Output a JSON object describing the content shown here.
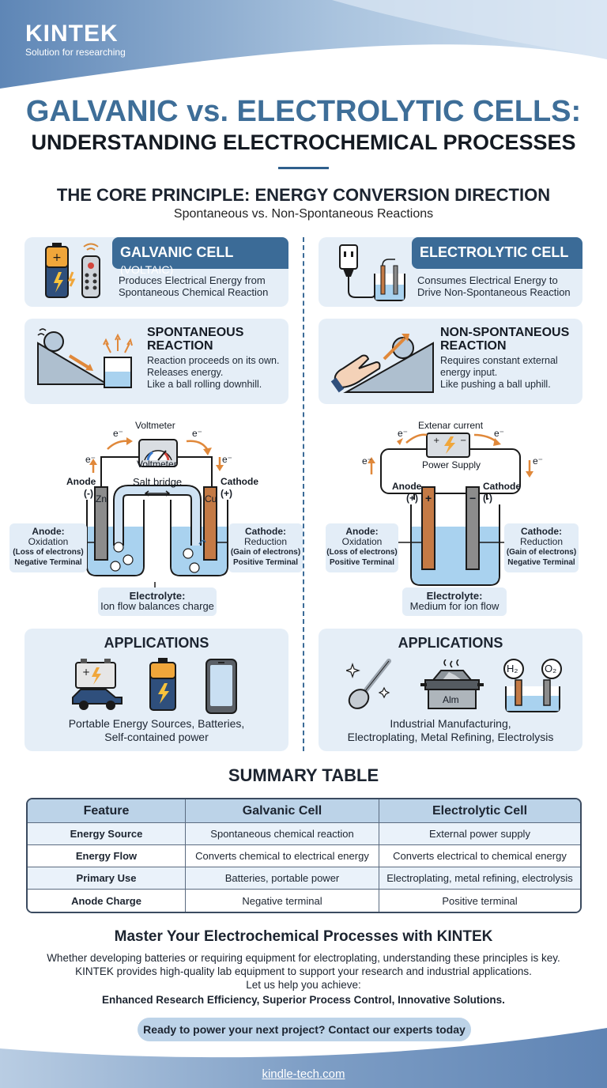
{
  "brand": {
    "name": "KINTEK",
    "tagline": "Solution for researching"
  },
  "title": {
    "line1": "GALVANIC vs. ELECTROLYTIC CELLS:",
    "line2": "UNDERSTANDING ELECTROCHEMICAL PROCESSES"
  },
  "core": {
    "heading": "THE CORE PRINCIPLE: ENERGY CONVERSION DIRECTION",
    "subheading": "Spontaneous vs. Non-Spontaneous Reactions"
  },
  "galvanic": {
    "tab_title": "GALVANIC CELL",
    "tab_sub": "(VOLTAIC)",
    "desc1": "Produces Electrical Energy from",
    "desc2": "Spontaneous Chemical Reaction",
    "reaction_title1": "SPONTANEOUS",
    "reaction_title2": "REACTION",
    "reaction_l1": "Reaction proceeds on its own.",
    "reaction_l2": "Releases energy.",
    "reaction_l3": "Like a ball rolling downhill.",
    "diagram": {
      "meter_top": "Voltmeter",
      "meter_bottom": "Voltmeter",
      "electron": "e⁻",
      "anode": "Anode",
      "anode_sign": "(-)",
      "cathode": "Cathode",
      "cathode_sign": "(+)",
      "salt_bridge": "Salt bridge",
      "zn": "Zn",
      "cu": "Cu",
      "anode_callout": {
        "title": "Anode:",
        "l1": "Oxidation",
        "l2": "(Loss of electrons)",
        "l3": "Negative Terminal"
      },
      "cathode_callout": {
        "title": "Cathode:",
        "l1": "Reduction",
        "l2": "(Gain of electrons)",
        "l3": "Positive Terminal"
      },
      "electrolyte": {
        "title": "Electrolyte:",
        "l1": "Ion flow balances charge"
      }
    },
    "applications": {
      "title": "APPLICATIONS",
      "l1": "Portable Energy Sources, Batteries,",
      "l2": "Self-contained power"
    }
  },
  "electrolytic": {
    "tab_title": "ELECTROLYTIC CELL",
    "desc1": "Consumes Electrical Energy to",
    "desc2": "Drive Non-Spontaneous Reaction",
    "reaction_title1": "NON-SPONTANEOUS",
    "reaction_title2": "REACTION",
    "reaction_l1": "Requires constant external",
    "reaction_l2": "energy input.",
    "reaction_l3": "Like pushing a ball uphill.",
    "diagram": {
      "current_label": "Extenar current",
      "supply_label": "Power Supply",
      "electron": "e⁻",
      "anode": "Anode",
      "anode_sign": "(+)",
      "cathode": "Cathode",
      "cathode_sign": "(-)",
      "plus": "+",
      "minus": "−",
      "anode_callout": {
        "title": "Anode:",
        "l1": "Oxidation",
        "l2": "(Loss of electrons)",
        "l3": "Positive Terminal"
      },
      "cathode_callout": {
        "title": "Cathode:",
        "l1": "Reduction",
        "l2": "(Gain of electrons)",
        "l3": "Negative Terminal"
      },
      "electrolyte": {
        "title": "Electrolyte:",
        "l1": "Medium for ion flow"
      }
    },
    "applications": {
      "title": "APPLICATIONS",
      "l1": "Industrial Manufacturing,",
      "l2": "Electroplating, Metal Refining, Electrolysis",
      "furnace_label": "Alm",
      "h2": "H₂",
      "o2": "O₂"
    }
  },
  "summary": {
    "title": "SUMMARY TABLE",
    "headers": [
      "Feature",
      "Galvanic Cell",
      "Electrolytic Cell"
    ],
    "rows": [
      [
        "Energy Source",
        "Spontaneous chemical reaction",
        "External power supply"
      ],
      [
        "Energy Flow",
        "Converts chemical to electrical energy",
        "Converts electrical to chemical energy"
      ],
      [
        "Primary Use",
        "Batteries, portable power",
        "Electroplating, metal refining, electrolysis"
      ],
      [
        "Anode Charge",
        "Negative terminal",
        "Positive terminal"
      ]
    ]
  },
  "cta": {
    "heading": "Master Your Electrochemical Processes with KINTEK",
    "p1": "Whether developing batteries or requiring equipment for electroplating, understanding these principles is key.",
    "p2": "KINTEK provides high-quality lab equipment to support your research and industrial applications.",
    "p3": "Let us help you achieve:",
    "p4": "Enhanced Research Efficiency, Superior Process Control, Innovative Solutions.",
    "button": "Ready to power your next project? Contact our experts today"
  },
  "footer": {
    "site": "kindle-tech.com"
  },
  "colors": {
    "accent": "#3b6b97",
    "card": "#e5eef7",
    "header_grad_from": "#5f86b5",
    "header_grad_to": "#cfe0f1",
    "copper": "#c47a45",
    "zinc": "#8c8c8c",
    "solution": "#a9d2ef",
    "arrow": "#e0883a"
  }
}
